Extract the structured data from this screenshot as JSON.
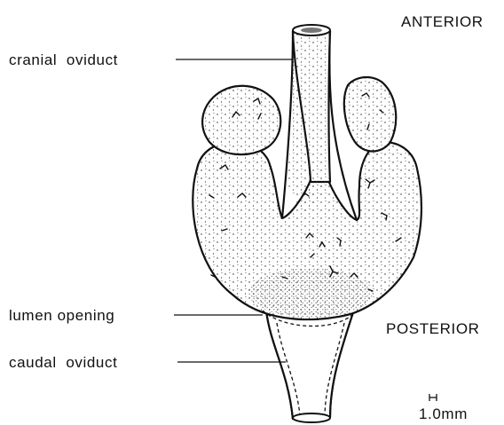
{
  "figure": {
    "orientation_top": "ANTERIOR",
    "orientation_bottom": "POSTERIOR",
    "labels": {
      "cranial": "cranial  oviduct",
      "lumen": "lumen opening",
      "caudal": "caudal  oviduct"
    },
    "scale_bar": "1.0mm"
  }
}
